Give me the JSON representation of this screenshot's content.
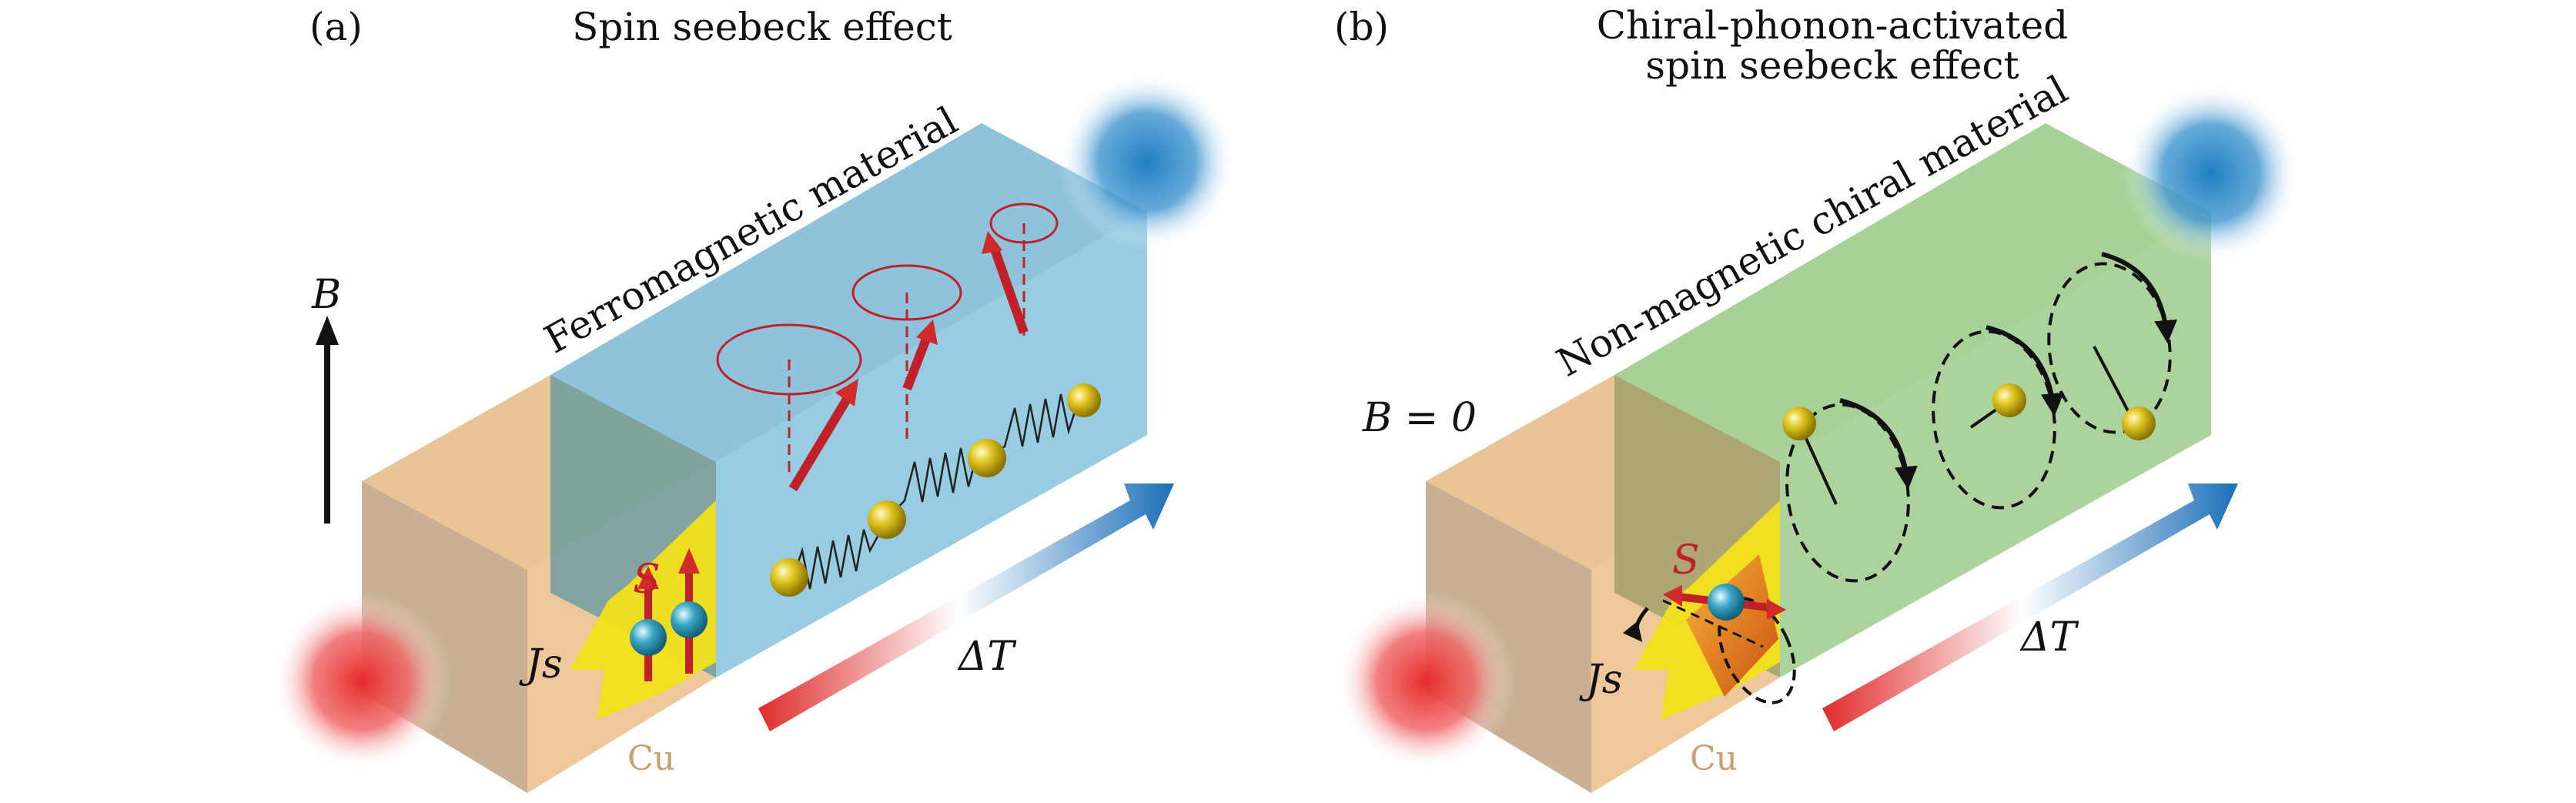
{
  "panel_a": {
    "label": "(a)",
    "title": "Spin seebeck effect",
    "material": "Ferromagnetic material",
    "field_label": "B",
    "spin_label": "S",
    "current_label": "Js",
    "cu_label": "Cu",
    "dt_label": "ΔT"
  },
  "panel_b": {
    "label": "(b)",
    "title_line1": "Chiral-phonon-activated",
    "title_line2": "spin seebeck effect",
    "material": "Non-magnetic chiral material",
    "field_label": "B = 0",
    "spin_label": "S",
    "current_label": "Js",
    "cu_label": "Cu",
    "dt_label": "ΔT"
  },
  "colors": {
    "ferromagnet": "#8ec8e0",
    "chiral_material": "#a6d094",
    "copper": "#eec89b",
    "hot": "#e82a2a",
    "cold": "#1f7fc2",
    "spin_current": "#f3e21b",
    "spin_arrow": "#c0202a"
  }
}
